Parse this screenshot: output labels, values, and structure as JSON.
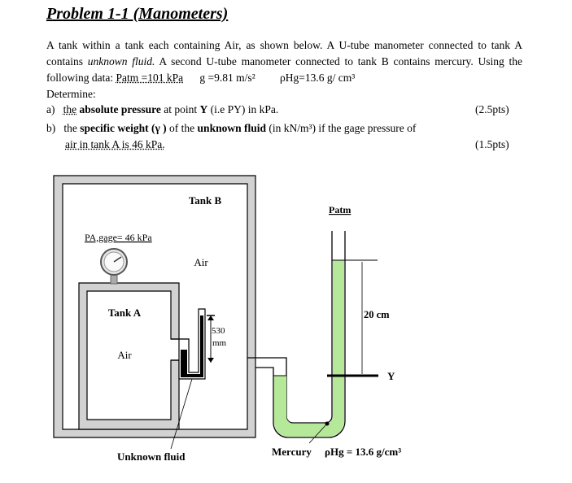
{
  "title": "Problem 1-1 (Manometers)",
  "intro": {
    "p1": "A tank within a tank each containing Air, as shown below. A U-tube manometer connected to tank A contains ",
    "p1_fluid": "unknown fluid.",
    "p2": " A second U-tube manometer connected to tank B contains mercury. Using the following data: ",
    "patm": "Patm =101 kPa",
    "g": "g =9.81 m/s²",
    "rho": "ρHg=13.6 g/ cm³"
  },
  "determine": "Determine:",
  "q_a": {
    "letter": "a)",
    "pre": "the",
    "bold": "absolute pressure",
    "rest": "at point",
    "y": "Y",
    "paren": "(i.e PY) in kPa.",
    "points": "(2.5pts)"
  },
  "q_b": {
    "letter": "b)",
    "pre": "the",
    "bold1": "specific weight (γ )",
    "mid": "of the",
    "bold2": "unknown fluid",
    "rest": "(in kN/m³) if the gage pressure of",
    "line2": "air in tank A is 46 kPa.",
    "points": "(1.5pts)"
  },
  "diagram": {
    "tank_b": "Tank B",
    "tank_a": "Tank A",
    "air_b": "Air",
    "air_a": "Air",
    "gauge": "PA,gage= 46 kPa",
    "patm": "Patm",
    "h1": "530",
    "h1_unit": "mm",
    "h2": "20 cm",
    "point": "Y",
    "unknown": "Unknown fluid",
    "mercury": "Mercury",
    "rho_hg": "ρHg = 13.6 g/cm³"
  },
  "colors": {
    "mercury_fill": "#b6e89a",
    "tank_wall": "#d2d2d2",
    "unknown_fill": "#000000"
  }
}
